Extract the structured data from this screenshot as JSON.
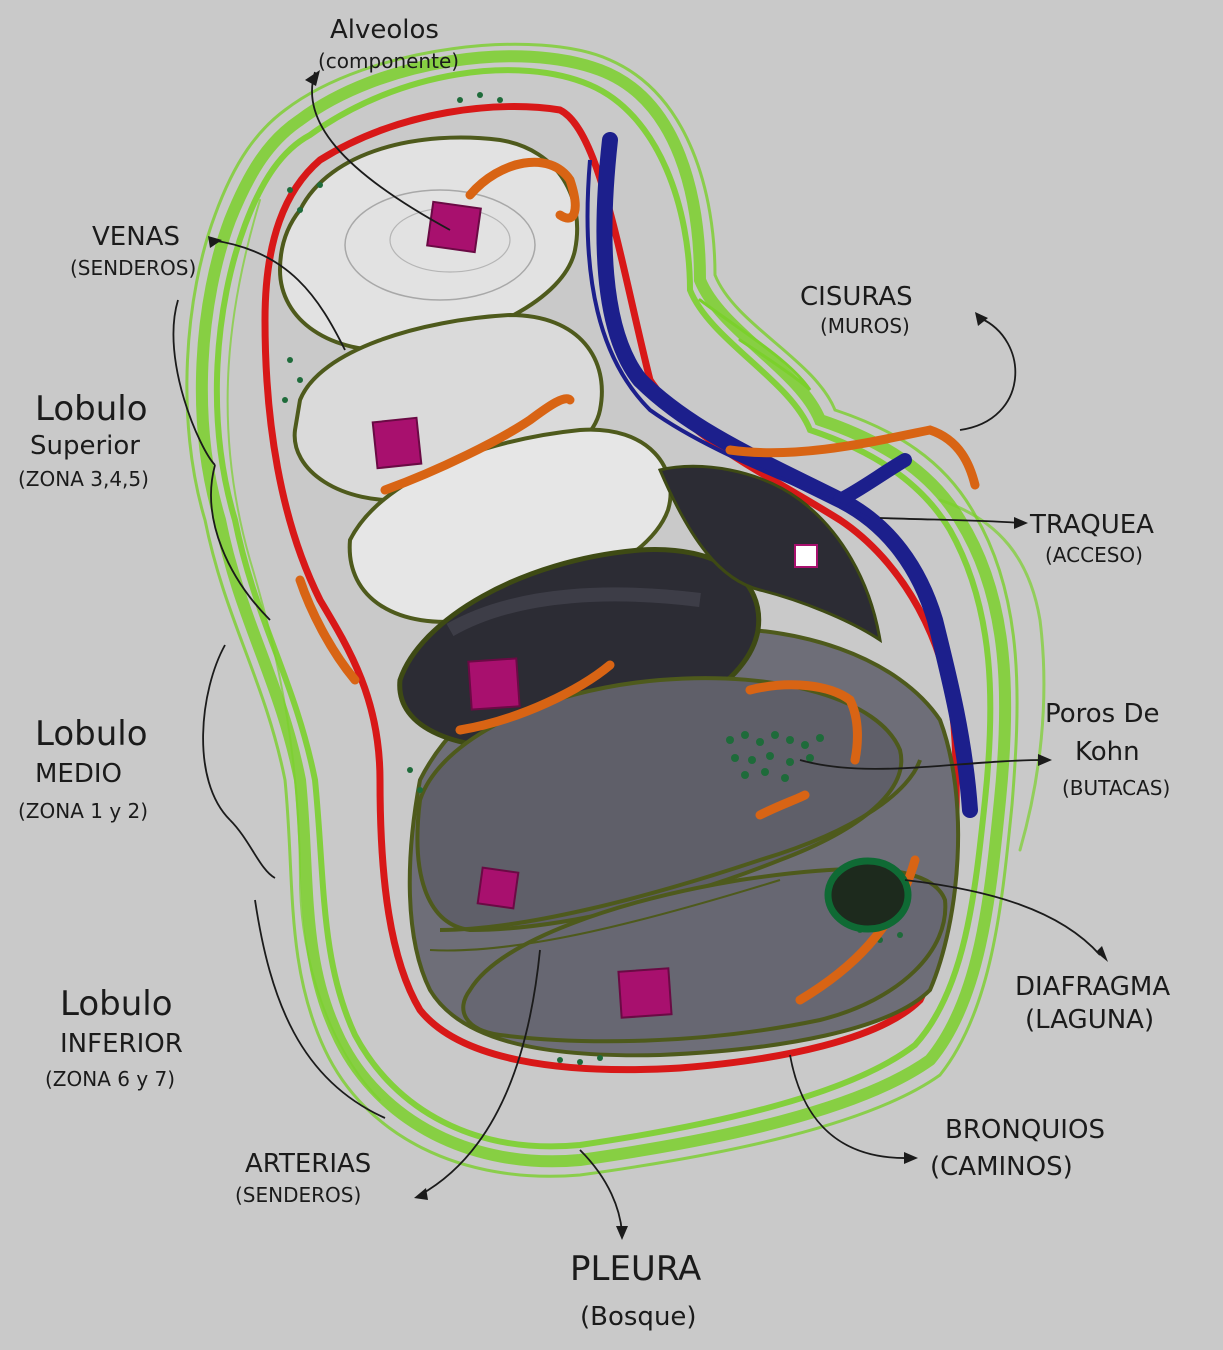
{
  "labels": {
    "alveolos": {
      "title": "Alveolos",
      "sub": "(componente)"
    },
    "venas": {
      "title": "VENAS",
      "sub": "(SENDEROS)"
    },
    "cisuras": {
      "title": "CISURAS",
      "sub": "(MUROS)"
    },
    "lobulo_superior": {
      "title": "Lobulo",
      "line2": "Superior",
      "sub": "(ZONA 3,4,5)"
    },
    "traquea": {
      "title": "TRAQUEA",
      "sub": "(ACCESO)"
    },
    "lobulo_medio": {
      "title": "Lobulo",
      "line2": "MEDIO",
      "sub": "(ZONA 1 y 2)"
    },
    "poros": {
      "title": "Poros De",
      "line2": "Kohn",
      "sub": "(BUTACAS)"
    },
    "diafragma": {
      "title": "DIAFRAGMA",
      "sub": "(LAGUNA)"
    },
    "lobulo_inferior": {
      "title": "Lobulo",
      "line2": "INFERIOR",
      "sub": "(ZONA 6 y 7)"
    },
    "bronquios": {
      "title": "BRONQUIOS",
      "sub": "(CAMINOS)"
    },
    "arterias": {
      "title": "ARTERIAS",
      "sub": "(SENDEROS)"
    },
    "pleura": {
      "title": "PLEURA",
      "sub": "(Bosque)"
    }
  },
  "colors": {
    "background": "#c9c9c9",
    "pleura_green": "#7bd02c",
    "lobe_outline": "#4e5a1c",
    "artery_red": "#d81818",
    "vein_blue": "#1c1f8c",
    "bronchi_orange": "#d86414",
    "alveolus_magenta": "#a8106e",
    "light_lobe": "#e2e2e2",
    "dark_lobe": "#2c2c34",
    "mid_lobe": "#6e6e78"
  }
}
